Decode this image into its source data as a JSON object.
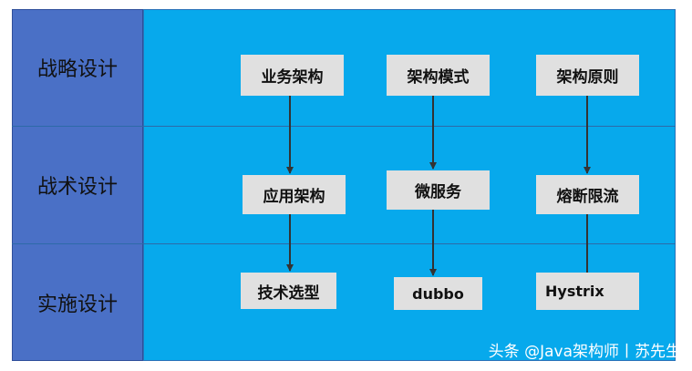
{
  "rows": [
    "战略设计",
    "战术设计",
    "实施设计"
  ],
  "boxes": {
    "r1": [
      "业务架构",
      "架构模式",
      "架构原则"
    ],
    "r2": [
      "应用架构",
      "微服务",
      "熔断限流"
    ],
    "r3": [
      "技术选型",
      "dubbo",
      "Hystrix"
    ]
  },
  "watermark": "头条 @Java架构师丨苏先生",
  "colors": {
    "label_column": "#4a70c6",
    "main_area": "#07a9ec",
    "box_fill": "#e0e0e0",
    "arrow": "#333333"
  }
}
